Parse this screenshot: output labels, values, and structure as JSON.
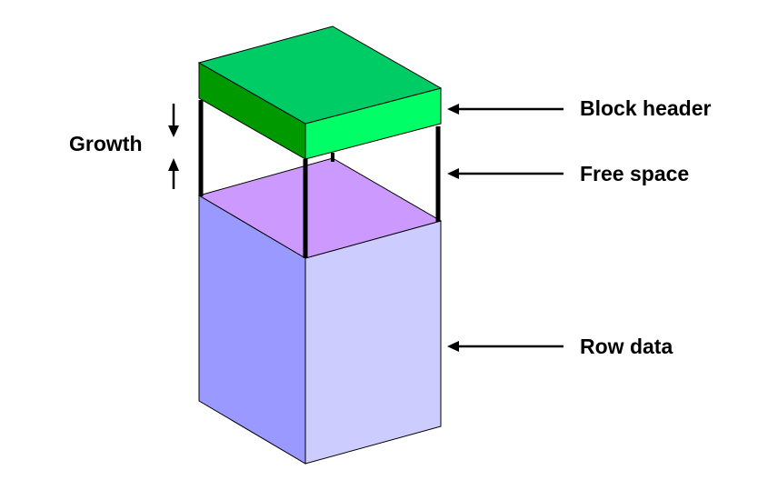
{
  "labels": {
    "block_header": "Block header",
    "free_space": "Free space",
    "row_data": "Row data",
    "growth": "Growth"
  },
  "colors": {
    "header_top": "#00CC66",
    "header_front": "#00FF66",
    "header_left": "#009900",
    "free_space_top": "#CC99FF",
    "row_left": "#9999FF",
    "row_right": "#CCCCFF",
    "lines": "#000000"
  }
}
